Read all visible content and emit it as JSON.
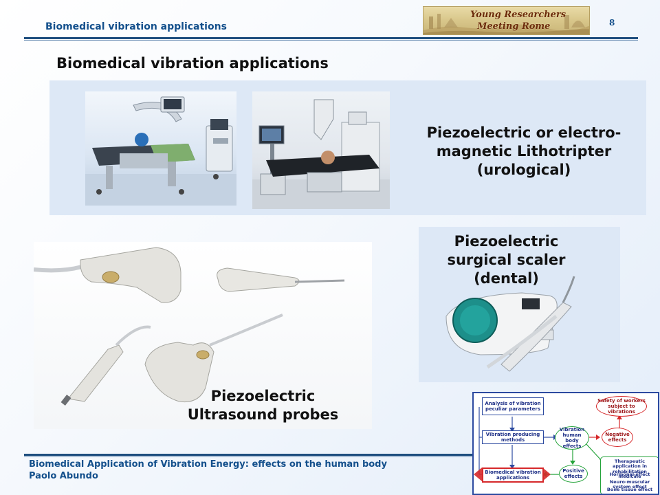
{
  "header": {
    "title": "Biomedical vibration applications",
    "logo_line1": "Young Researchers",
    "logo_line2": "Meeting Rome",
    "page_number": "8"
  },
  "slide": {
    "title": "Biomedical vibration applications"
  },
  "captions": {
    "lithotripter": [
      "Piezoelectric or electro-",
      "magnetic Lithotripter",
      "(urological)"
    ],
    "scaler": [
      "Piezoelectric",
      "surgical scaler",
      "(dental)"
    ],
    "probes": [
      "Piezoelectric",
      "Ultrasound probes"
    ]
  },
  "footer": {
    "line1": "Biomedical Application of Vibration Energy: effects on the human body",
    "line2": "Paolo Abundo"
  },
  "diagram": {
    "analysis": "Analysis of vibration peculiar parameters",
    "producing": "Vibration producing methods",
    "biomedical": "Biomedical vibration applications",
    "human_body": "Vibration human body effects",
    "safety": "Safety of workers subject to vibrations",
    "negative": "Negative effects",
    "positive": "Positive effects",
    "therapeutic": "Therapeutic application in rehabilitation medicine",
    "hormonal": "Hormonal effect",
    "neuro": "Neuro-muscular system effect",
    "bone": "Bone tissue effect",
    "colors": {
      "blue": "#2c4aa0",
      "green": "#24a33a",
      "red": "#d6282a"
    }
  }
}
